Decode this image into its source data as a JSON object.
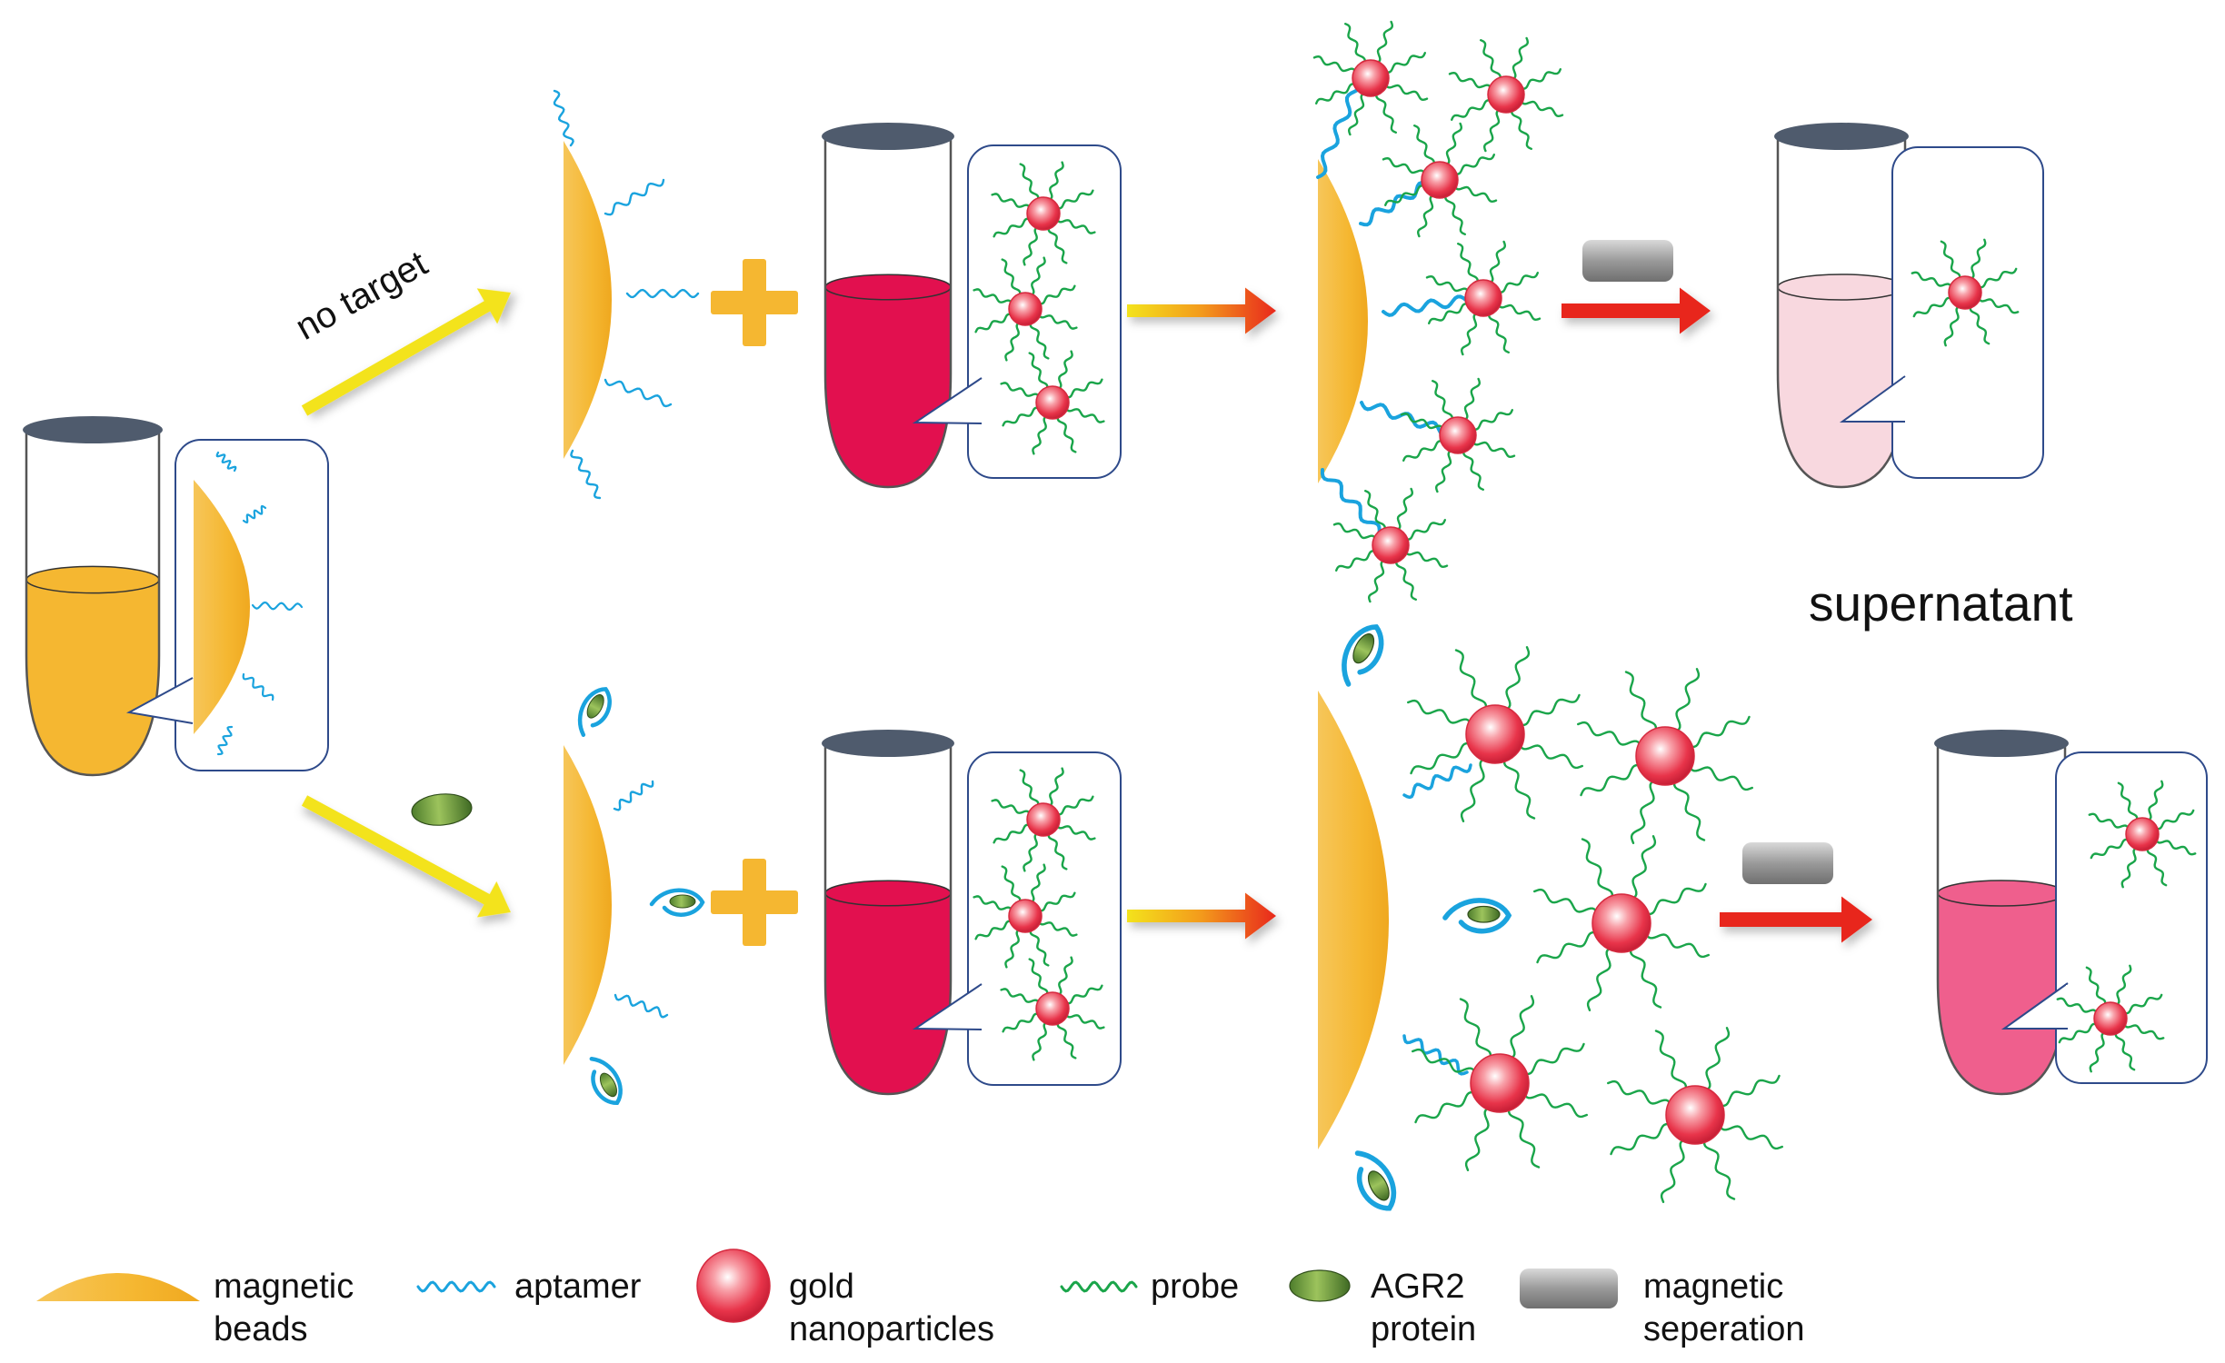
{
  "labels": {
    "no_target": "no target",
    "supernatant": "supernatant"
  },
  "legend": {
    "magnetic_beads": [
      "magnetic",
      "beads"
    ],
    "aptamer": "aptamer",
    "gold_nanoparticles": [
      "gold",
      "nanoparticles"
    ],
    "probe": "probe",
    "agr2_protein": [
      "AGR2",
      "protein"
    ],
    "magnetic_separation": [
      "magnetic",
      "seperation"
    ]
  },
  "colors": {
    "bead": "#f5b731",
    "aptamer": "#1aa3de",
    "gold_np": "#e8344a",
    "probe": "#1aa54a",
    "protein": "#5f8f3a",
    "magnet": "#9a9a9a",
    "tube_cap": "#4f5b6d",
    "red_solution": "#e2104f",
    "pale_solution": "#f8d8df",
    "pink_solution": "#ef5f8d",
    "arrow_yellow": "#f3e31a",
    "arrow_red": "#e8281e"
  }
}
